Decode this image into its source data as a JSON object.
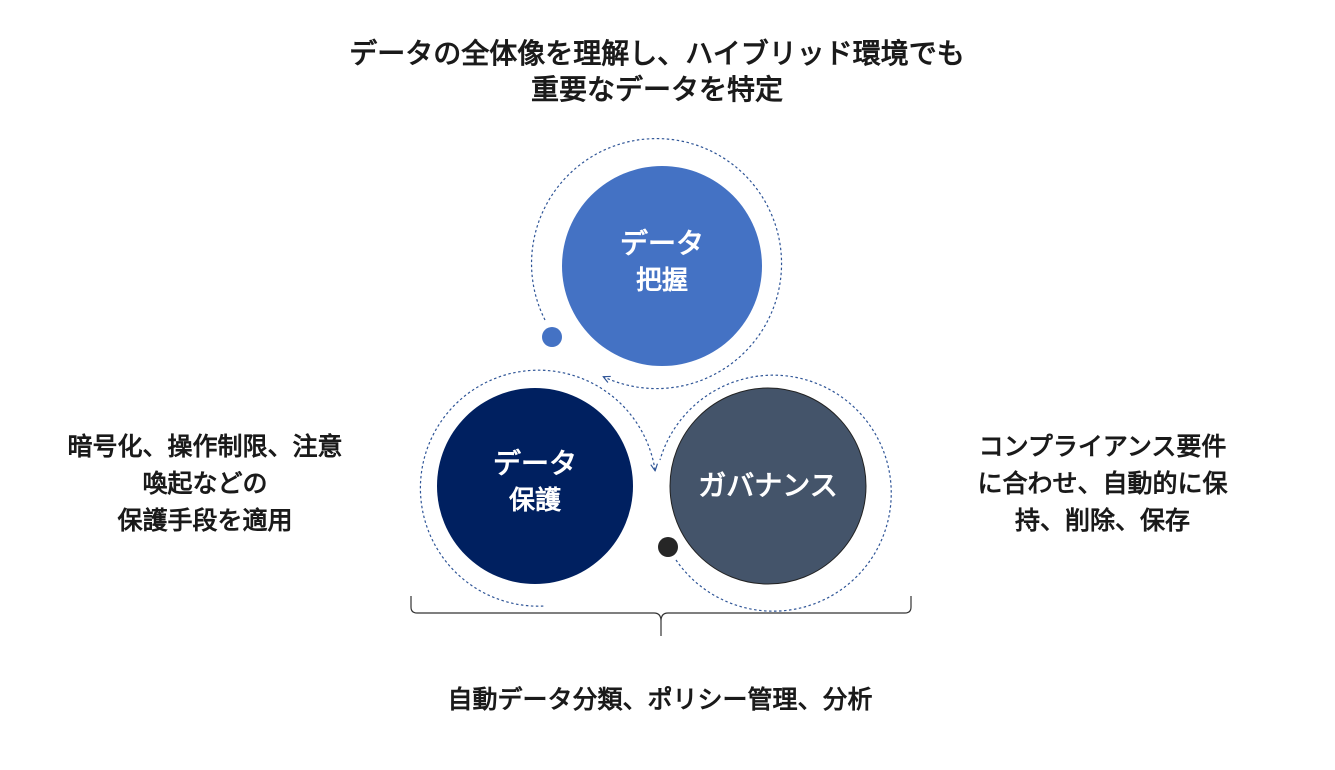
{
  "captions": {
    "top": [
      "データの全体像を理解し、ハイブリッド環境でも",
      "重要なデータを特定"
    ],
    "left": [
      "暗号化、操作制限、注意",
      "喚起などの",
      "保護手段を適用"
    ],
    "right": [
      "コンプライアンス要件",
      "に合わせ、自動的に保",
      "持、削除、保存"
    ],
    "bottom": "自動データ分類、ポリシー管理、分析"
  },
  "circles": {
    "grasp": {
      "line1": "データ",
      "line2": "把握",
      "color": "#4472c4"
    },
    "protect": {
      "line1": "データ",
      "line2": "保護",
      "color": "#002060"
    },
    "governance": {
      "line1": "ガバナンス",
      "color": "#44546a"
    }
  },
  "colors": {
    "dotted_ring": "#2f5597",
    "text": "#1a1a1a",
    "bracket": "#333333"
  }
}
